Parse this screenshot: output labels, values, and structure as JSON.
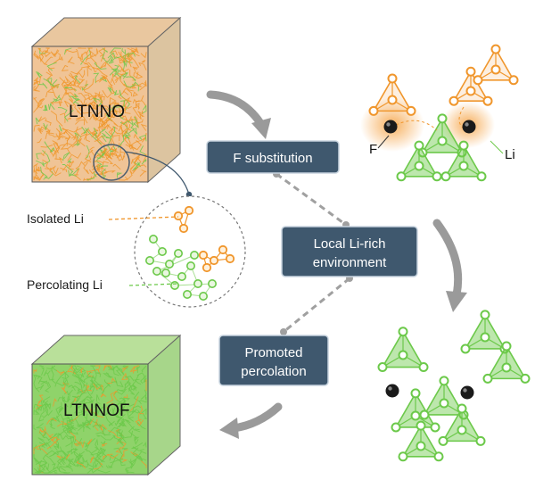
{
  "cubes": {
    "top_label": "LTNNO",
    "bottom_label": "LTNNOF"
  },
  "labels": {
    "isolated": "Isolated Li",
    "percolating": "Percolating Li",
    "f_atom": "F",
    "li_atom": "Li"
  },
  "steps": {
    "f_substitution": "F substitution",
    "local_line1": "Local Li-rich",
    "local_line2": "environment",
    "promoted_line1": "Promoted",
    "promoted_line2": "percolation"
  },
  "colors": {
    "orange": "#f0962c",
    "green": "#6cc94a",
    "box_fill": "#3f586e",
    "arrow_gray": "#9a9a9a",
    "dash_gray": "#a0a0a0",
    "fluorine": "#1a1a1a"
  }
}
